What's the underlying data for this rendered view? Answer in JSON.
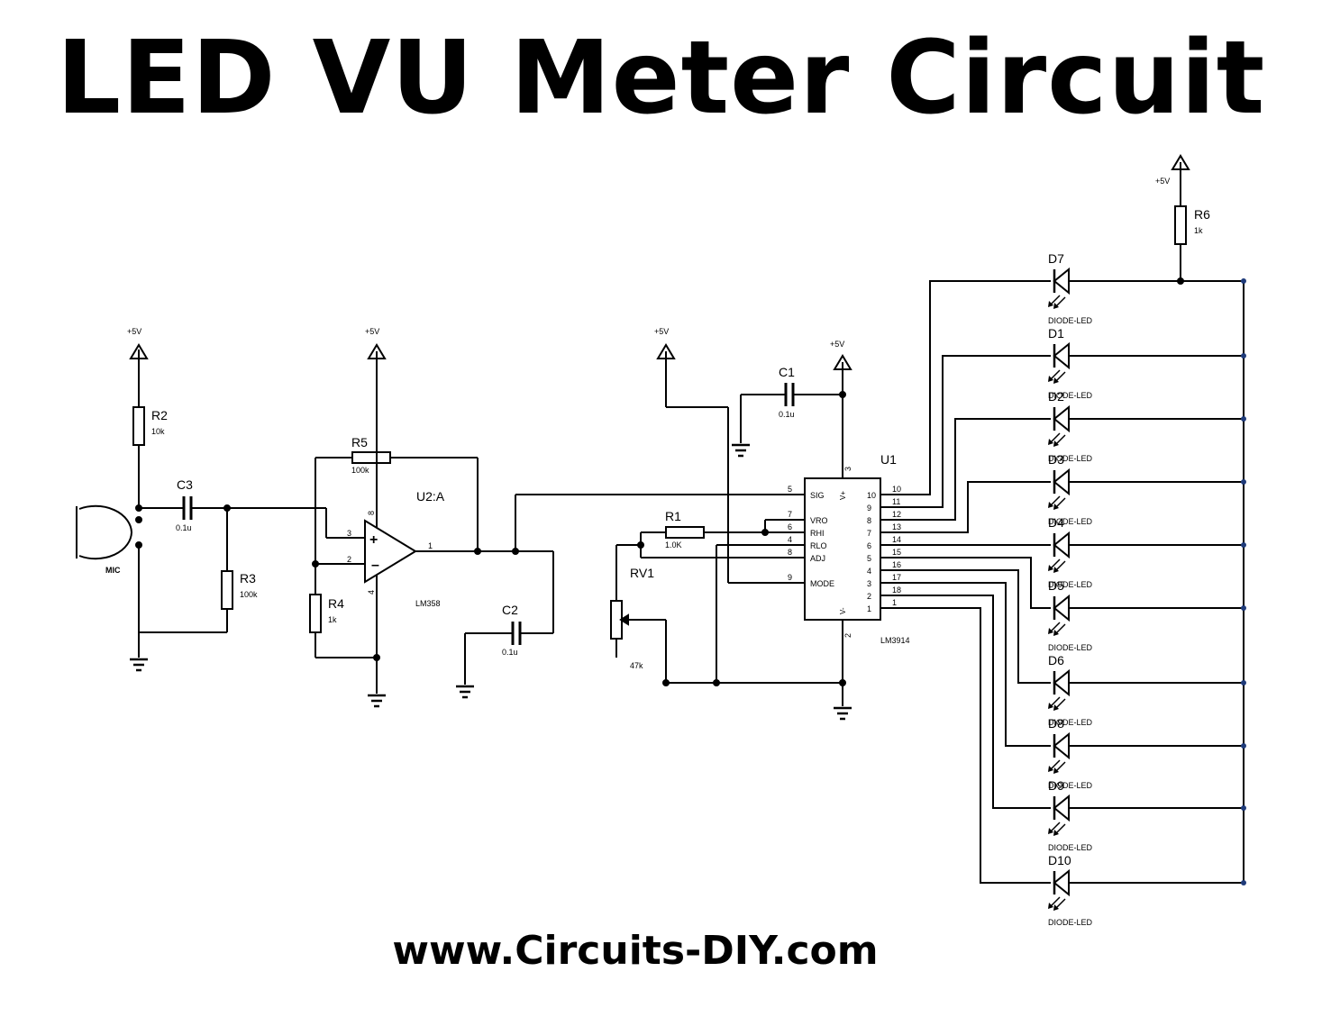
{
  "title": "LED VU Meter Circuit",
  "footer": "www.Circuits-DIY.com",
  "colors": {
    "ink": "#000000",
    "background": "#ffffff"
  },
  "schematic": {
    "supply": "+5V",
    "mic": "MIC",
    "r2": {
      "ref": "R2",
      "value": "10k"
    },
    "r3": {
      "ref": "R3",
      "value": "100k"
    },
    "r4": {
      "ref": "R4",
      "value": "1k"
    },
    "r5": {
      "ref": "R5",
      "value": "100k"
    },
    "r6": {
      "ref": "R6",
      "value": "1k"
    },
    "r1": {
      "ref": "R1",
      "value": "1.0K"
    },
    "rv1": {
      "ref": "RV1",
      "value": "47k"
    },
    "c1": {
      "ref": "C1",
      "value": "0.1u"
    },
    "c2": {
      "ref": "C2",
      "value": "0.1u"
    },
    "c3": {
      "ref": "C3",
      "value": "0.1u"
    },
    "opamp": {
      "ref": "U2:A",
      "part": "LM358",
      "pin_plus": "3",
      "pin_minus": "2",
      "pin_out": "1",
      "pin_vcc": "8",
      "pin_gnd": "4"
    },
    "ic": {
      "ref": "U1",
      "part": "LM3914",
      "top_pin": "3",
      "bottom_pin": "2",
      "vplus": "V+",
      "vminus": "V-",
      "left_pins": [
        {
          "num": "5",
          "name": "SIG"
        },
        {
          "num": "7",
          "name": "VRO"
        },
        {
          "num": "6",
          "name": "RHI"
        },
        {
          "num": "4",
          "name": "RLO"
        },
        {
          "num": "8",
          "name": "ADJ"
        },
        {
          "num": "9",
          "name": "MODE"
        }
      ],
      "right_pin_numbers": [
        "10",
        "9",
        "8",
        "7",
        "6",
        "5",
        "4",
        "3",
        "2",
        "1"
      ],
      "output_pin_labels": [
        "10",
        "11",
        "12",
        "13",
        "14",
        "15",
        "16",
        "17",
        "18",
        "1"
      ]
    },
    "leds": [
      {
        "ref": "D7",
        "type": "DIODE-LED"
      },
      {
        "ref": "D1",
        "type": "DIODE-LED"
      },
      {
        "ref": "D2",
        "type": "DIODE-LED"
      },
      {
        "ref": "D3",
        "type": "DIODE-LED"
      },
      {
        "ref": "D4",
        "type": "DIODE-LED"
      },
      {
        "ref": "D5",
        "type": "DIODE-LED"
      },
      {
        "ref": "D6",
        "type": "DIODE-LED"
      },
      {
        "ref": "D8",
        "type": "DIODE-LED"
      },
      {
        "ref": "D9",
        "type": "DIODE-LED"
      },
      {
        "ref": "D10",
        "type": "DIODE-LED"
      }
    ]
  }
}
